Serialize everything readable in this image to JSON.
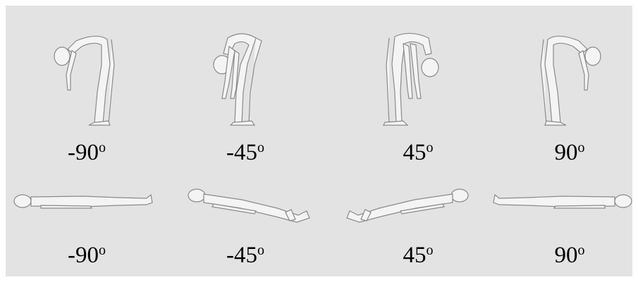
{
  "rows": [
    {
      "pose": "standing",
      "items": [
        {
          "angle": "-90",
          "degree": "o"
        },
        {
          "angle": "-45",
          "degree": "o"
        },
        {
          "angle": "45",
          "degree": "o"
        },
        {
          "angle": "90",
          "degree": "o"
        }
      ]
    },
    {
      "pose": "lying",
      "items": [
        {
          "angle": "-90",
          "degree": "o"
        },
        {
          "angle": "-45",
          "degree": "o"
        },
        {
          "angle": "45",
          "degree": "o"
        },
        {
          "angle": "90",
          "degree": "o"
        }
      ]
    }
  ],
  "colors": {
    "panel": "#e3e3e3",
    "figure": "#f4f4f4",
    "outline": "#8a8a8a",
    "text": "#000000"
  }
}
